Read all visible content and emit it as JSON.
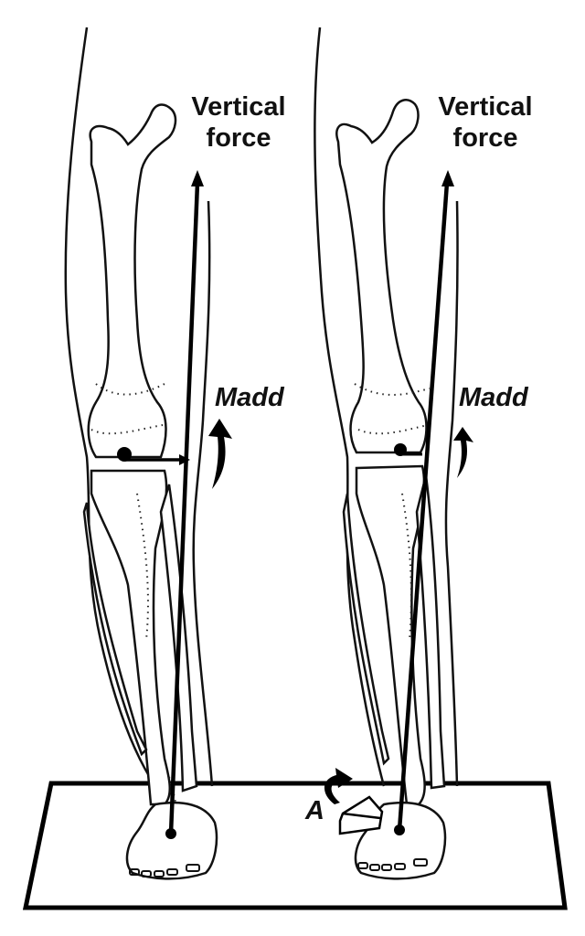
{
  "figure": {
    "type": "biomechanics-illustration",
    "subject": "Frontal view of two lower limbs standing on a platform showing vertical ground reaction force and knee adduction moment",
    "colors": {
      "ink": "#111111",
      "background": "#ffffff"
    }
  },
  "left_limb": {
    "force_label_line1": "Vertical",
    "force_label_line2": "force",
    "moment_label": "Madd",
    "moment_arm": "horizontal arrow from knee joint center to force line",
    "icons": [
      "vertical-force-arrow-icon",
      "curved-moment-arrow-icon",
      "moment-arm-arrow-icon",
      "force-origin-dot-icon"
    ]
  },
  "right_limb": {
    "force_label_line1": "Vertical",
    "force_label_line2": "force",
    "moment_label": "Madd",
    "wedge_label": "A",
    "wedge": "lateral wedge under foot with rotation arrow",
    "icons": [
      "vertical-force-arrow-icon",
      "curved-moment-arrow-icon",
      "wedge-rotation-arrow-icon",
      "lateral-wedge-icon",
      "force-origin-dot-icon"
    ]
  },
  "platform": {
    "shape": "trapezoid floor plate"
  }
}
